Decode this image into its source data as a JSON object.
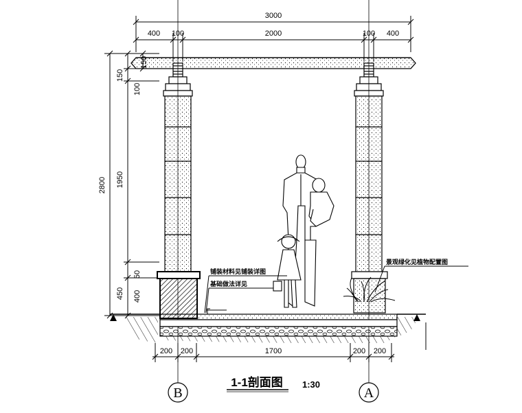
{
  "dims_top": {
    "overall": "3000",
    "left_overhang": "400",
    "left_col": "100",
    "span": "2000",
    "right_col": "100",
    "right_overhang": "400"
  },
  "dims_left": {
    "total": "2800",
    "beam_cap": "150",
    "beam_right": "150",
    "cap_block": "100",
    "shaft": "1950",
    "base_gap": "50",
    "base_total": "450",
    "footing": "400"
  },
  "dims_bottom": {
    "b1": "200",
    "b2": "200",
    "mid": "1700",
    "b3": "200",
    "b4": "200"
  },
  "notes": {
    "left_upper": "铺装材料见铺装详图",
    "left_lower": "基础做法详见",
    "right": "景观绿化见植物配置图"
  },
  "title": "1-1剖面图",
  "scale": "1:30",
  "axes": {
    "left": "B",
    "right": "A"
  }
}
